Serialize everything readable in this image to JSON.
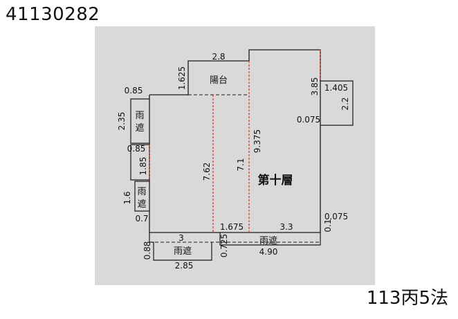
{
  "header": {
    "id_number": "41130282"
  },
  "footer": {
    "case_code": "113丙5法"
  },
  "plan": {
    "floor_label": "第十層",
    "rooms": {
      "balcony": "陽台",
      "rain_shelter": "雨遮"
    },
    "rain_shelter_split": [
      "雨",
      "遮"
    ],
    "dimensions": {
      "balcony_width": "2.8",
      "balcony_depth": "1.625",
      "left_step": "0.85",
      "left_shelter_top_height": "2.35",
      "left_shelter_width": "0.85",
      "left_gap": "1.85",
      "left_shelter_bottom_height": "1.6",
      "left_bottom_step": "0.7",
      "mid_height": "7.62",
      "center_height": "7.1",
      "tall_height": "9.375",
      "right_top": "3.85",
      "right_box_width": "1.405",
      "right_box_height": "2.2",
      "right_offset_top": "0.075",
      "right_offset_bottom": "0.075",
      "right_bottom_small": "0.1",
      "bottom_left_width": "3",
      "bottom_mid": "1.675",
      "bottom_right": "3.3",
      "bottom_shelter_left_height": "0.88",
      "bottom_shelter_left_width": "2.85",
      "bottom_mid_depth": "0.725",
      "bottom_shelter_right_width": "4.90"
    }
  },
  "colors": {
    "panel": "#d9d9d9",
    "wall": "#1a1a1a",
    "internal": "#e0302a"
  }
}
